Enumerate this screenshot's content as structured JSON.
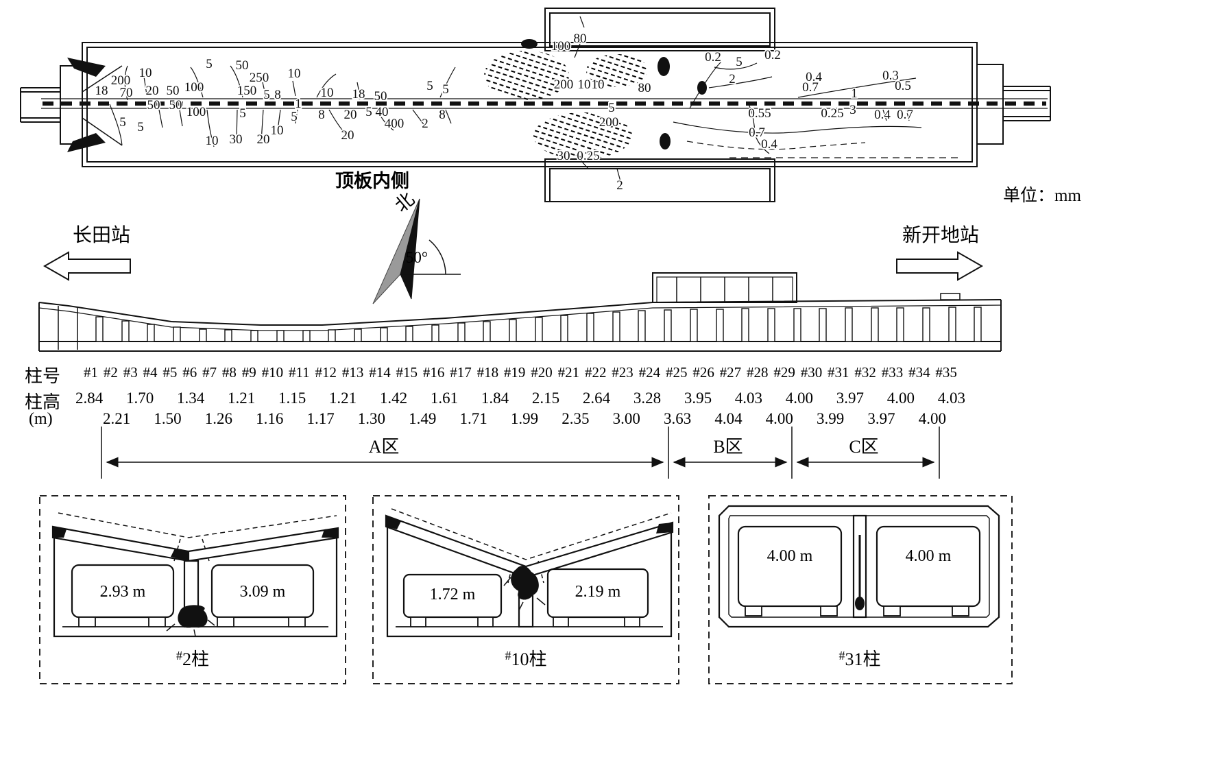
{
  "meta": {
    "unit": "单位：mm"
  },
  "plan": {
    "title": "顶板内侧",
    "cracks": [
      "80",
      "100",
      "5",
      "50",
      "250",
      "10",
      "10",
      "200",
      "18",
      "70",
      "20",
      "50",
      "100",
      "150",
      "5",
      "8",
      "10",
      "18",
      "50",
      "1",
      "50",
      "50",
      "100",
      "5",
      "5",
      "5",
      "8",
      "20",
      "5",
      "40",
      "10",
      "10",
      "30",
      "20",
      "20",
      "5",
      "400",
      "2",
      "8",
      "5",
      "5",
      "200",
      "10",
      "10",
      "80",
      "5",
      "200",
      "30",
      "0.25",
      "2",
      "0.2",
      "5",
      "0.2",
      "2",
      "0.4",
      "0.3",
      "0.7",
      "1",
      "0.5",
      "0.55",
      "0.25",
      "3",
      "0.4",
      "0.7",
      "0.7",
      "0.4"
    ]
  },
  "compass": {
    "north": "北",
    "angle": "50°"
  },
  "stations": {
    "left": "长田站",
    "right": "新开地站"
  },
  "table": {
    "col_no_label": "柱号",
    "col_h_label": "柱高",
    "col_h_unit": "(m)",
    "numbers": [
      "#1",
      "#2",
      "#3",
      "#4",
      "#5",
      "#6",
      "#7",
      "#8",
      "#9",
      "#10",
      "#11",
      "#12",
      "#13",
      "#14",
      "#15",
      "#16",
      "#17",
      "#18",
      "#19",
      "#20",
      "#21",
      "#22",
      "#23",
      "#24",
      "#25",
      "#26",
      "#27",
      "#28",
      "#29",
      "#30",
      "#31",
      "#32",
      "#33",
      "#34",
      "#35"
    ],
    "heights_odd": [
      "2.84",
      "1.70",
      "1.34",
      "1.21",
      "1.15",
      "1.21",
      "1.42",
      "1.61",
      "1.84",
      "2.15",
      "2.64",
      "3.28",
      "3.95",
      "4.03",
      "4.00",
      "3.97",
      "4.00",
      "4.03"
    ],
    "heights_even": [
      "2.21",
      "1.50",
      "1.26",
      "1.16",
      "1.17",
      "1.30",
      "1.49",
      "1.71",
      "1.99",
      "2.35",
      "3.00",
      "3.63",
      "4.04",
      "4.00",
      "3.99",
      "3.97",
      "4.00"
    ]
  },
  "zones": {
    "a": "A区",
    "b": "B区",
    "c": "C区"
  },
  "sections": [
    {
      "tag": "#",
      "title": "2柱",
      "left": "2.93 m",
      "right": "3.09 m"
    },
    {
      "tag": "#",
      "title": "10柱",
      "left": "1.72 m",
      "right": "2.19 m"
    },
    {
      "tag": "#",
      "title": "31柱",
      "left": "4.00 m",
      "right": "4.00 m"
    }
  ]
}
